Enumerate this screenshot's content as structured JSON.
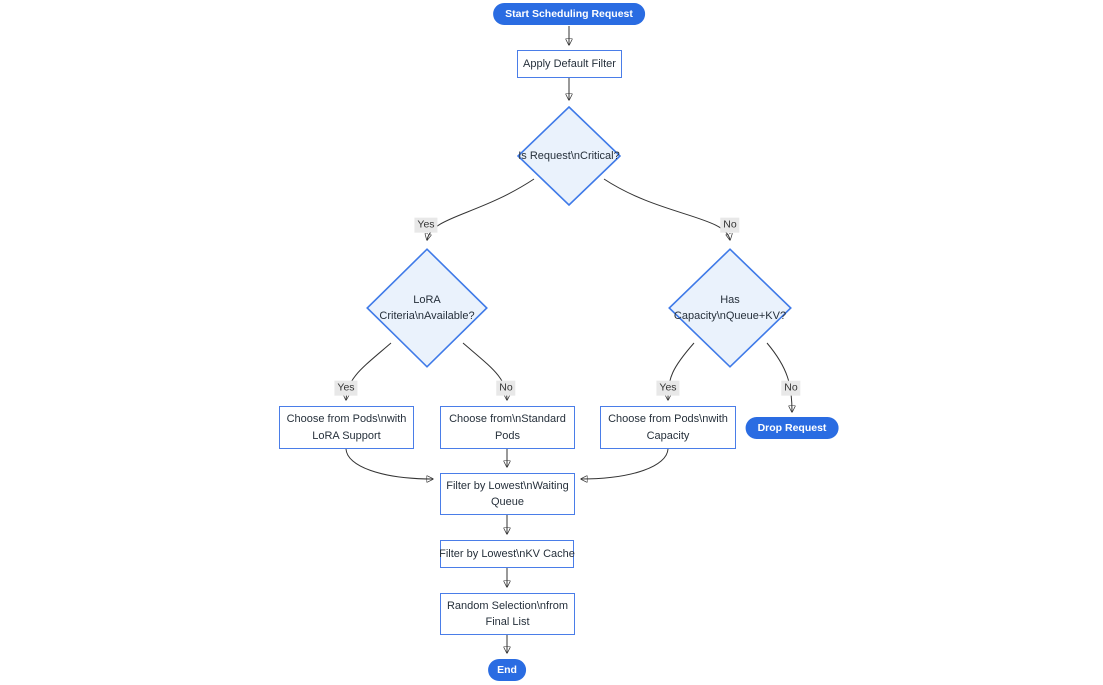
{
  "colors": {
    "accent": "#2a6ce2",
    "accent_text": "#ffffff",
    "node_fill": "#ffffff",
    "node_border": "#4a7de8",
    "decision_fill": "#eaf2fc",
    "decision_border": "#3f7ae8",
    "edge": "#333333",
    "edge_label_bg": "#e8e8e8",
    "text": "#26303b"
  },
  "nodes": {
    "start": {
      "label": "Start Scheduling Request",
      "shape": "stadium"
    },
    "apply_filter": {
      "label": "Apply Default Filter",
      "shape": "rect"
    },
    "is_critical": {
      "label": "Is Request\\nCritical?",
      "shape": "decision"
    },
    "lora_criteria": {
      "label": "LoRA Criteria\\nAvailable?",
      "shape": "decision"
    },
    "has_capacity": {
      "label": "Has Capacity\\nQueue+KV?",
      "shape": "decision"
    },
    "choose_lora_pods": {
      "label": "Choose from Pods\\nwith LoRA Support",
      "shape": "rect"
    },
    "choose_standard_pods": {
      "label": "Choose from\\nStandard Pods",
      "shape": "rect"
    },
    "choose_capacity_pods": {
      "label": "Choose from Pods\\nwith Capacity",
      "shape": "rect"
    },
    "drop_request": {
      "label": "Drop Request",
      "shape": "stadium"
    },
    "filter_waiting_queue": {
      "label": "Filter by Lowest\\nWaiting Queue",
      "shape": "rect"
    },
    "filter_kv_cache": {
      "label": "Filter by Lowest\\nKV Cache",
      "shape": "rect"
    },
    "random_selection": {
      "label": "Random Selection\\nfrom Final List",
      "shape": "rect"
    },
    "end": {
      "label": "End",
      "shape": "stadium"
    }
  },
  "edges": [
    {
      "from": "start",
      "to": "apply_filter",
      "label": ""
    },
    {
      "from": "apply_filter",
      "to": "is_critical",
      "label": ""
    },
    {
      "from": "is_critical",
      "to": "lora_criteria",
      "label": "Yes"
    },
    {
      "from": "is_critical",
      "to": "has_capacity",
      "label": "No"
    },
    {
      "from": "lora_criteria",
      "to": "choose_lora_pods",
      "label": "Yes"
    },
    {
      "from": "lora_criteria",
      "to": "choose_standard_pods",
      "label": "No"
    },
    {
      "from": "has_capacity",
      "to": "choose_capacity_pods",
      "label": "Yes"
    },
    {
      "from": "has_capacity",
      "to": "drop_request",
      "label": "No"
    },
    {
      "from": "choose_lora_pods",
      "to": "filter_waiting_queue",
      "label": ""
    },
    {
      "from": "choose_standard_pods",
      "to": "filter_waiting_queue",
      "label": ""
    },
    {
      "from": "choose_capacity_pods",
      "to": "filter_waiting_queue",
      "label": ""
    },
    {
      "from": "filter_waiting_queue",
      "to": "filter_kv_cache",
      "label": ""
    },
    {
      "from": "filter_kv_cache",
      "to": "random_selection",
      "label": ""
    },
    {
      "from": "random_selection",
      "to": "end",
      "label": ""
    }
  ]
}
